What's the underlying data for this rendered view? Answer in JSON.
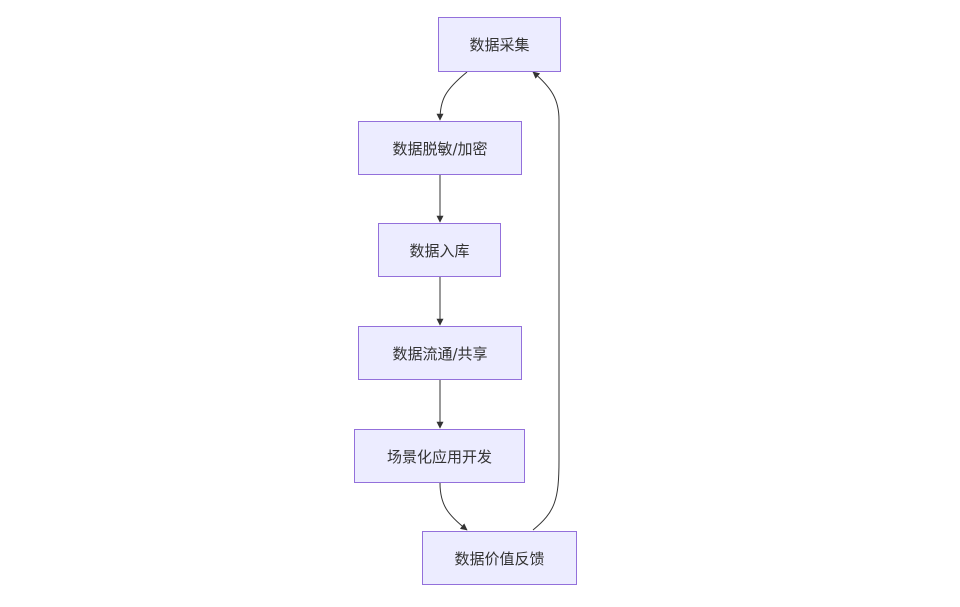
{
  "diagram": {
    "type": "flowchart",
    "direction": "top-down",
    "colors": {
      "node_fill": "#ececff",
      "node_border": "#9370db",
      "edge": "#333333",
      "text": "#333333"
    },
    "nodes": [
      {
        "id": "collect",
        "label": "数据采集"
      },
      {
        "id": "desensitize",
        "label": "数据脱敏/加密"
      },
      {
        "id": "store",
        "label": "数据入库"
      },
      {
        "id": "share",
        "label": "数据流通/共享"
      },
      {
        "id": "develop",
        "label": "场景化应用开发"
      },
      {
        "id": "feedback",
        "label": "数据价值反馈"
      }
    ],
    "edges": [
      {
        "from": "collect",
        "to": "desensitize"
      },
      {
        "from": "desensitize",
        "to": "store"
      },
      {
        "from": "store",
        "to": "share"
      },
      {
        "from": "share",
        "to": "develop"
      },
      {
        "from": "develop",
        "to": "feedback"
      },
      {
        "from": "feedback",
        "to": "collect"
      }
    ]
  }
}
